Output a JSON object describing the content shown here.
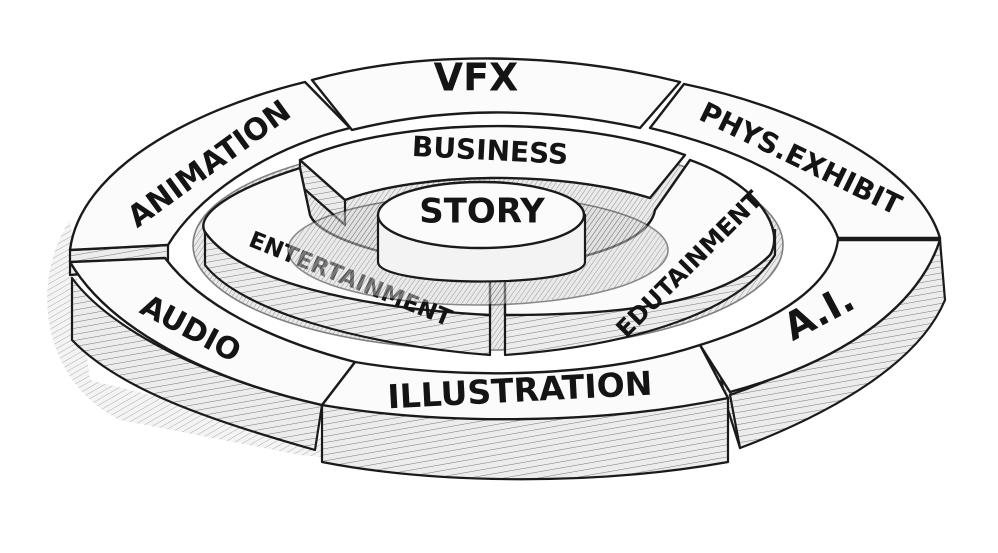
{
  "center": {
    "label": "STORY"
  },
  "middle_ring": [
    {
      "id": "business",
      "label": "BUSINESS"
    },
    {
      "id": "edutainment",
      "label": "EDUTAINMENT"
    },
    {
      "id": "entertainment",
      "label": "ENTERTAINMENT"
    }
  ],
  "outer_ring": [
    {
      "id": "vfx",
      "label": "VFX"
    },
    {
      "id": "phys-exhibit",
      "label": "PHYS.EXHIBIT"
    },
    {
      "id": "ai",
      "label": "A.I."
    },
    {
      "id": "illustration",
      "label": "ILLUSTRATION"
    },
    {
      "id": "audio",
      "label": "AUDIO"
    },
    {
      "id": "animation",
      "label": "ANIMATION"
    }
  ],
  "colors": {
    "ink": "#141414",
    "paper": "#ffffff",
    "segment_top": "#fbfbfb"
  }
}
